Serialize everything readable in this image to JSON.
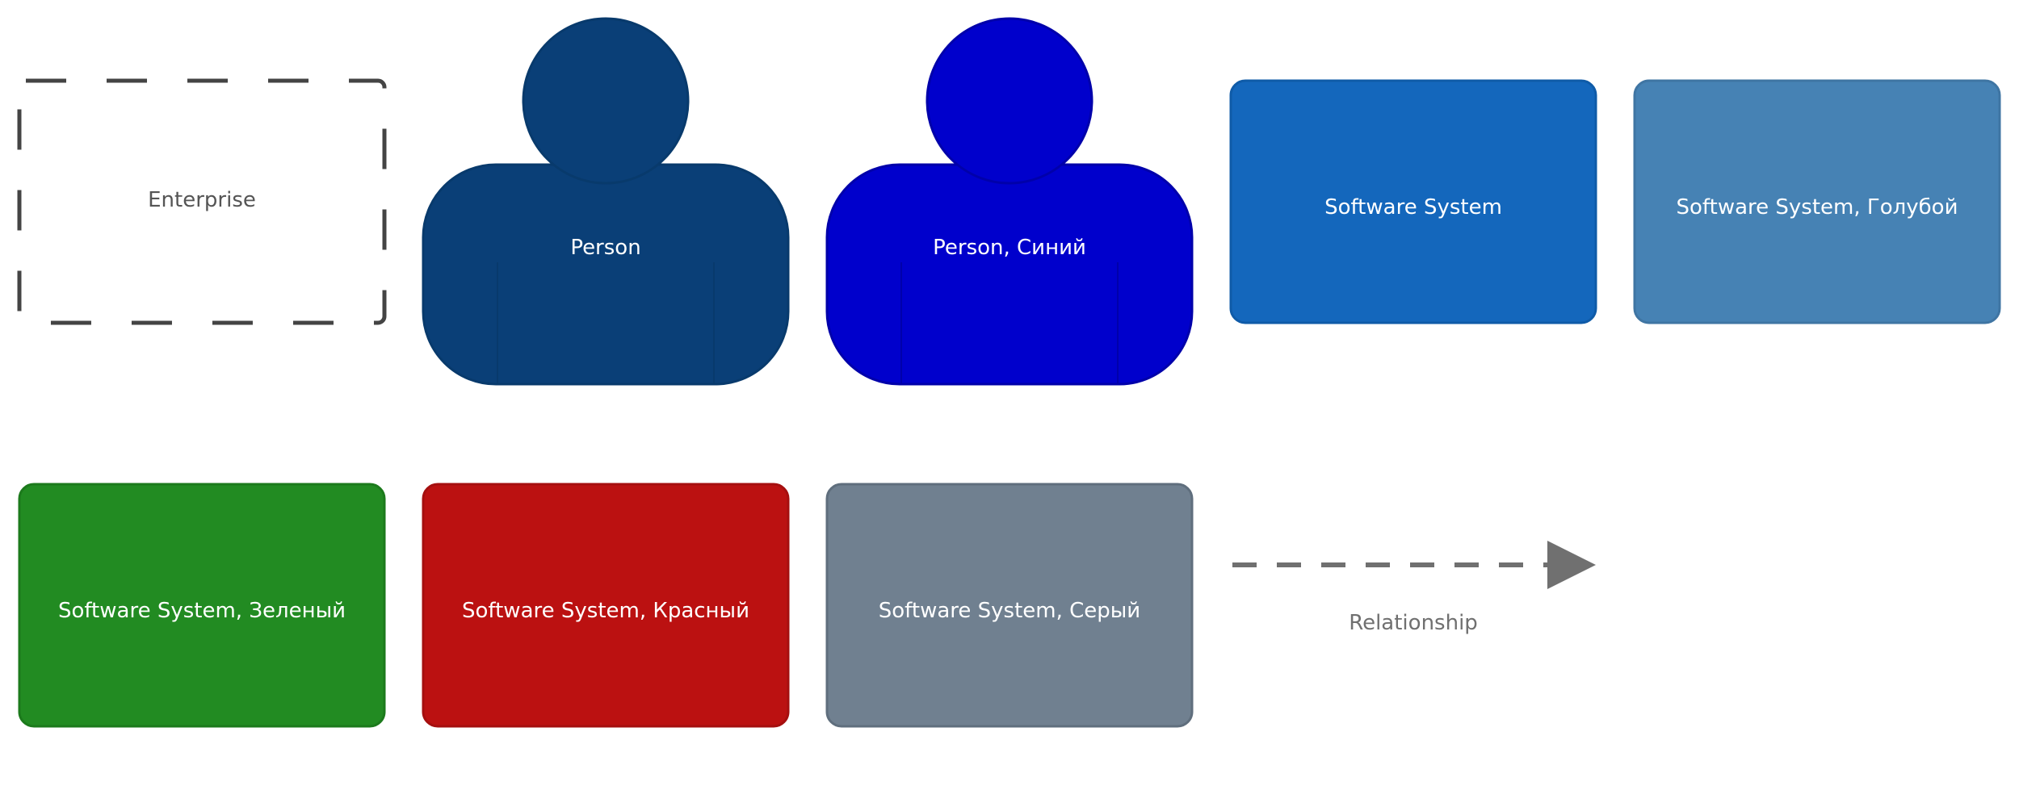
{
  "legend": {
    "enterprise": {
      "label": "Enterprise",
      "border_color": "#444444",
      "text_color": "#555555"
    },
    "persons": [
      {
        "label": "Person",
        "fill": "#0A3F77",
        "stroke": "#083A6C",
        "text_color": "#ffffff"
      },
      {
        "label": "Person, Синий",
        "fill": "#0000CC",
        "stroke": "#0000AA",
        "text_color": "#ffffff"
      }
    ],
    "systems": [
      {
        "label": "Software System",
        "fill": "#1467BC",
        "stroke": "#0F5BA8",
        "text_color": "#ffffff"
      },
      {
        "label": "Software System, Голубой",
        "fill": "#4682B4",
        "stroke": "#3F75A3",
        "text_color": "#ffffff"
      },
      {
        "label": "Software System, Зеленый",
        "fill": "#228B22",
        "stroke": "#1C7A1C",
        "text_color": "#ffffff"
      },
      {
        "label": "Software System, Красный",
        "fill": "#BB1111",
        "stroke": "#A50F0F",
        "text_color": "#ffffff"
      },
      {
        "label": "Software System, Серый",
        "fill": "#708090",
        "stroke": "#5F6E7D",
        "text_color": "#ffffff"
      }
    ],
    "relationship": {
      "label": "Relationship",
      "color": "#707070"
    }
  }
}
